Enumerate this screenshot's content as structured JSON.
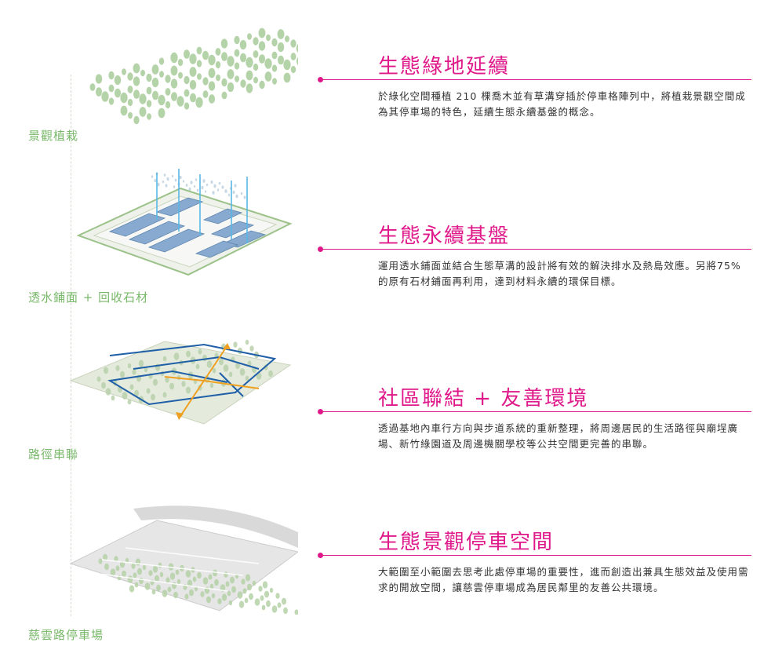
{
  "layers": [
    {
      "label": "景觀植栽",
      "title": "生態綠地延續",
      "desc": "於綠化空間種植 210 棵喬木並有草溝穿插於停車格陣列中，將植栽景觀空間成為其停車場的特色，延續生態永續基盤的概念。"
    },
    {
      "label": "透水鋪面 + 回收石材",
      "title": "生態永續基盤",
      "desc": "運用透水鋪面並結合生態草溝的設計將有效的解決排水及熱島效應。另將75% 的原有石材鋪面再利用，達到材料永續的環保目標。"
    },
    {
      "label": "路徑串聯",
      "title": "社區聯結 + 友善環境",
      "desc": "透過基地內車行方向與步道系統的重新整理，將周邊居民的生活路徑與廟埕廣場、新竹綠園道及周邊機關學校等公共空間更完善的串聯。"
    },
    {
      "label": "慈雲路停車場",
      "title": "生態景觀停車空間",
      "desc": "大範圍至小範圍去思考此處停車場的重要性，進而創造出兼具生態效益及使用需求的開放空間，讓慈雲停車場成為居民鄰里的友善公共環境。"
    }
  ],
  "colors": {
    "accent": "#e0198b",
    "label_green": "#79b86a",
    "tree": "#a9cc9a",
    "water": "#5ab8e6",
    "route_blue": "#1f5fa8",
    "route_orange": "#f0a020"
  }
}
